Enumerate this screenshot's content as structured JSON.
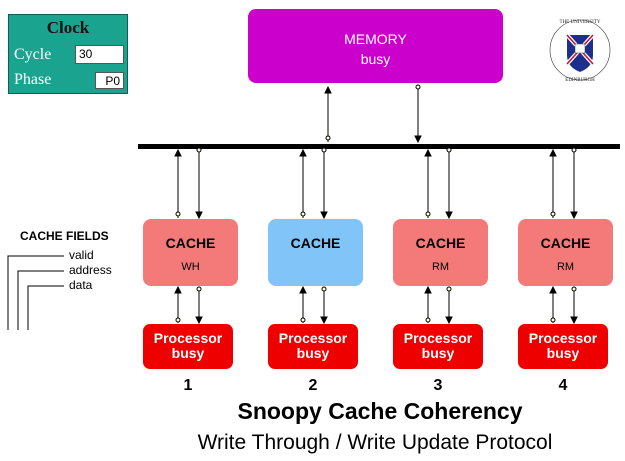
{
  "clock": {
    "title": "Clock",
    "cycle_label": "Cycle",
    "cycle_value": "30",
    "phase_label": "Phase",
    "phase_value": "P0"
  },
  "memory": {
    "title": "MEMORY",
    "status": "busy",
    "color": "#cc00cc"
  },
  "cache_fields": {
    "title": "CACHE FIELDS",
    "items": [
      "valid",
      "address",
      "data"
    ]
  },
  "caches": [
    {
      "label": "CACHE",
      "state": "WH",
      "color": "#f47a7a"
    },
    {
      "label": "CACHE",
      "state": "",
      "color": "#80c4f8"
    },
    {
      "label": "CACHE",
      "state": "RM",
      "color": "#f47a7a"
    },
    {
      "label": "CACHE",
      "state": "RM",
      "color": "#f47a7a"
    }
  ],
  "processors": [
    {
      "label": "Processor",
      "status": "busy",
      "number": "1"
    },
    {
      "label": "Processor",
      "status": "busy",
      "number": "2"
    },
    {
      "label": "Processor",
      "status": "busy",
      "number": "3"
    },
    {
      "label": "Processor",
      "status": "busy",
      "number": "4"
    }
  ],
  "title": "Snoopy Cache Coherency",
  "subtitle": "Write Through / Write Update Protocol",
  "logo_text": "THE UNIVERSITY OF EDINBURGH"
}
